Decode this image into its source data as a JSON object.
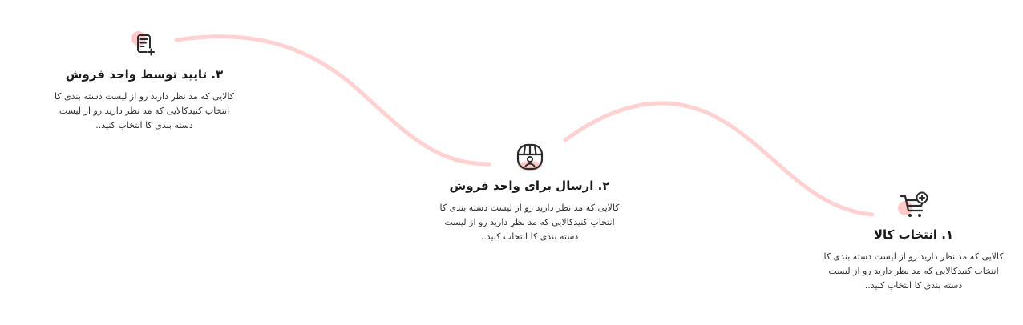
{
  "colors": {
    "accent_light": "#ffc9c9",
    "accent": "#f7a6a6",
    "title": "#1a1a1a",
    "text": "#333333",
    "icon_stroke": "#2b2b2b"
  },
  "steps": [
    {
      "id": "step-1",
      "icon": "cart-plus-icon",
      "title": "۱. انتخاب کالا",
      "desc_lines": [
        "کالایی که مد نظر دارید رو از لیست دسته بندی کا",
        "انتخاب کنیدکالایی که مد نظر دارید رو از لیست",
        "دسته بندی کا انتخاب کنید.."
      ]
    },
    {
      "id": "step-2",
      "icon": "storefront-icon",
      "title": "۲. ارسال برای واحد فروش",
      "desc_lines": [
        "کالایی که مد نظر دارید رو از لیست دسته بندی کا",
        "انتخاب کنیدکالایی که مد نظر دارید رو از لیست",
        "دسته بندی کا انتخاب کنید.."
      ]
    },
    {
      "id": "step-3",
      "icon": "document-add-icon",
      "title": "۳. تایید توسط واحد فروش",
      "desc_lines": [
        "کالایی که مد نظر دارید رو از لیست دسته بندی کا",
        "انتخاب کنیدکالایی که مد نظر دارید رو از لیست",
        "دسته بندی کا انتخاب کنید.."
      ]
    }
  ]
}
